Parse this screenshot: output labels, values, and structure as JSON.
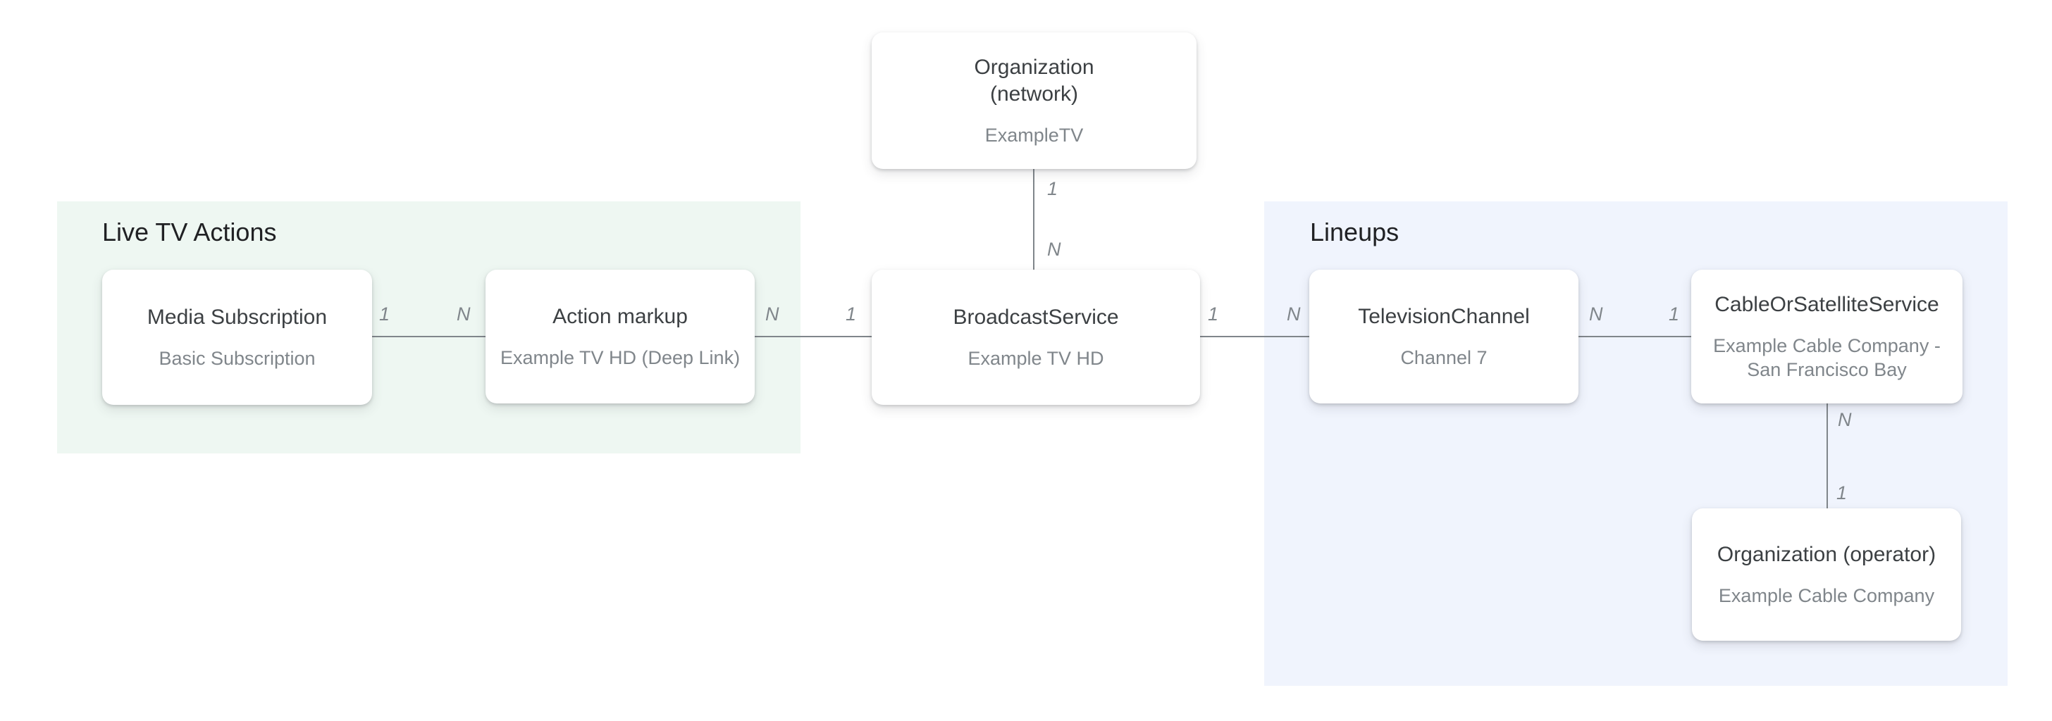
{
  "diagram": {
    "description": "Entity relationship diagram for live TV structured data",
    "palette": {
      "background": "#ffffff",
      "live_tv_actions_region_fill": "#eef7f2",
      "lineups_region_fill": "#f0f4fd",
      "node_fill": "#ffffff",
      "node_title_color": "#3c4043",
      "node_subtitle_color": "#80868b",
      "heading_color": "#202124",
      "line_color": "#80868b",
      "cardinality_label_color": "#80868b"
    }
  },
  "regions": {
    "live_tv_actions": {
      "label": "Live TV Actions"
    },
    "lineups": {
      "label": "Lineups"
    }
  },
  "nodes": {
    "org_network": {
      "title_lines": [
        "Organization",
        "(network)"
      ],
      "subtitle": "ExampleTV"
    },
    "media_subscription": {
      "title": "Media Subscription",
      "subtitle": "Basic Subscription"
    },
    "action_markup": {
      "title": "Action markup",
      "subtitle": "Example TV HD (Deep Link)"
    },
    "broadcast_service": {
      "title": "BroadcastService",
      "subtitle": "Example TV HD"
    },
    "television_channel": {
      "title": "TelevisionChannel",
      "subtitle": "Channel 7"
    },
    "cable_or_satellite_service": {
      "title": "CableOrSatelliteService",
      "subtitle_lines": [
        "Example Cable Company -",
        "San Francisco Bay"
      ]
    },
    "org_operator": {
      "title": "Organization (operator)",
      "subtitle": "Example Cable Company"
    }
  },
  "edges": {
    "media_to_action": {
      "start_label": "1",
      "end_label": "N"
    },
    "action_to_broadcast": {
      "start_label": "N",
      "end_label": "1"
    },
    "network_to_broadcast": {
      "start_label": "1",
      "end_label": "N"
    },
    "broadcast_to_tv": {
      "start_label": "1",
      "end_label": "N"
    },
    "tv_to_cable": {
      "start_label": "N",
      "end_label": "1"
    },
    "cable_to_operator": {
      "start_label": "N",
      "end_label": "1"
    }
  }
}
